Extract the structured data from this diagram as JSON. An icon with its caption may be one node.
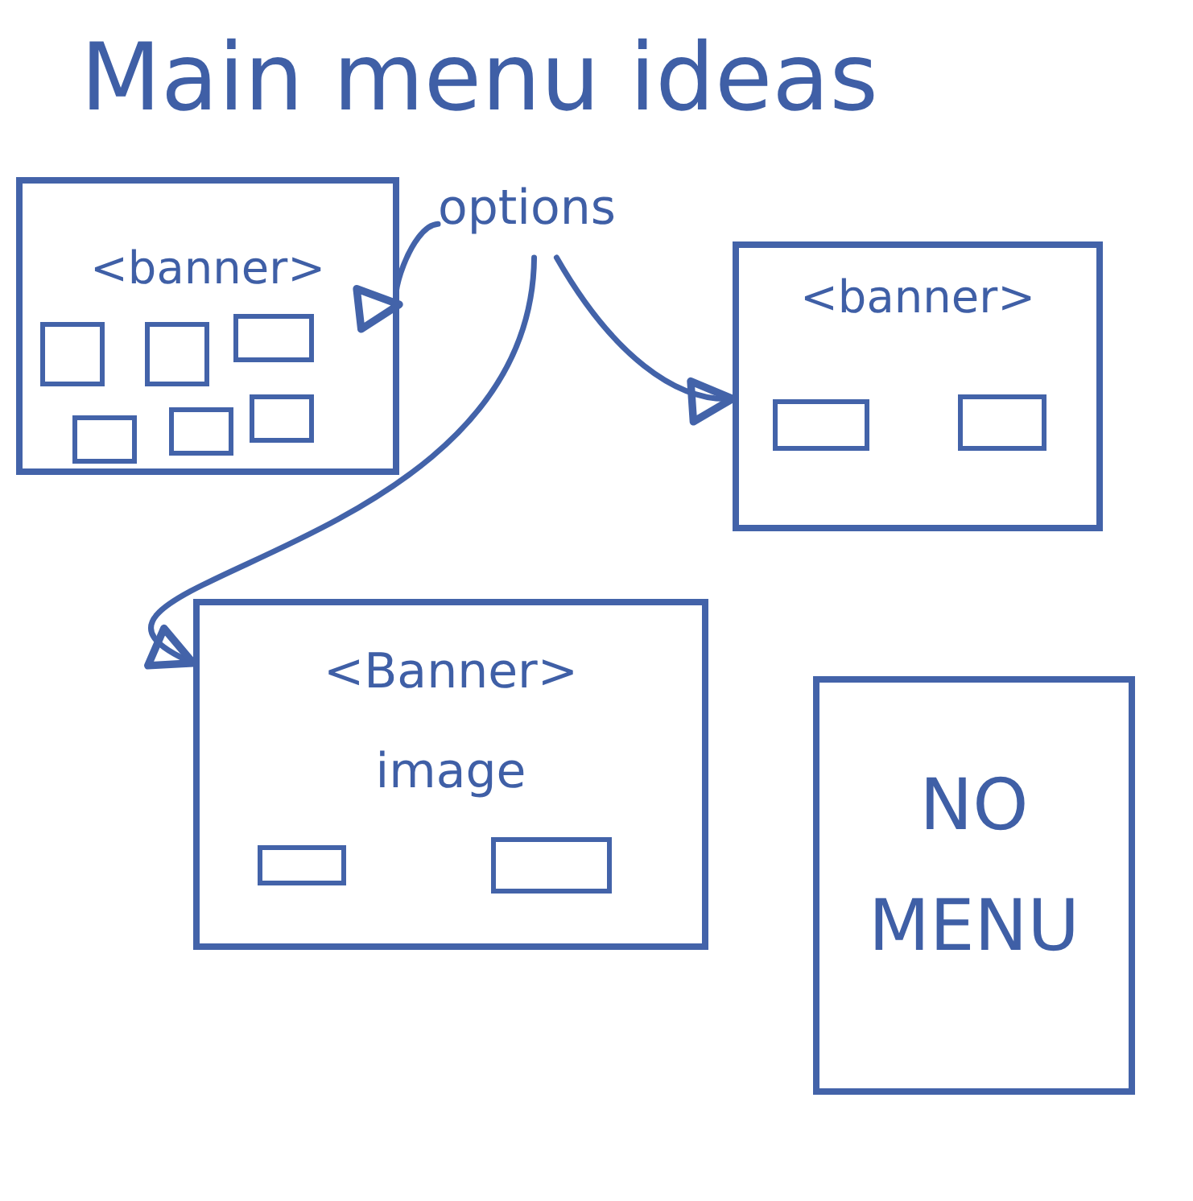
{
  "diagram": {
    "title": "Main menu ideas",
    "nodes": [
      {
        "text": [
          "options"
        ]
      },
      {
        "text": [
          "<banner>"
        ]
      },
      {
        "text": [],
        "shape": "box",
        "in": 1
      },
      {
        "text": [],
        "shape": "box",
        "in": 1
      },
      {
        "text": [],
        "shape": "box",
        "in": 1
      },
      {
        "text": [],
        "shape": "box",
        "in": 1
      },
      {
        "text": [],
        "shape": "box",
        "in": 1
      },
      {
        "text": [],
        "shape": "box",
        "in": 1
      },
      {
        "text": [
          "<banner>"
        ]
      },
      {
        "text": [],
        "shape": "box",
        "in": 8
      },
      {
        "text": [],
        "shape": "box",
        "in": 8
      },
      {
        "text": [
          "<Banner>",
          "image"
        ]
      },
      {
        "text": [],
        "shape": "box",
        "in": 11
      },
      {
        "text": [],
        "shape": "box",
        "in": 11
      },
      {
        "text": [
          "NO MENU"
        ]
      }
    ],
    "edges": [
      {
        "from": 0,
        "to": 1,
        "arrow": "to"
      },
      {
        "from": 0,
        "to": 8,
        "arrow": "to"
      },
      {
        "from": 0,
        "to": 11,
        "arrow": "to"
      }
    ]
  }
}
